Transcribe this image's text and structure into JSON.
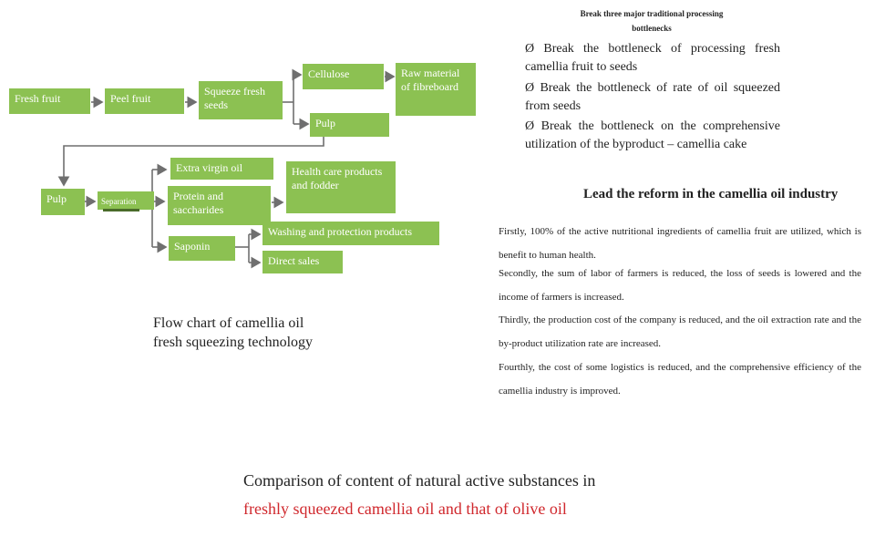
{
  "flowchart": {
    "fresh_fruit": "Fresh fruit",
    "peel_fruit": "Peel fruit",
    "squeeze_fresh_seeds": "Squeeze fresh seeds",
    "cellulose": "Cellulose",
    "raw_material": "Raw material of fibreboard",
    "pulp_top": "Pulp",
    "pulp_left": "Pulp",
    "separation": "Separation",
    "extra_virgin_oil": "Extra virgin oil",
    "protein_saccharides": "Protein and saccharides",
    "health_care": "Health care products and fodder",
    "saponin": "Saponin",
    "washing_protection": "Washing and protection products",
    "direct_sales": "Direct sales",
    "box_color": "#8cc152",
    "caption_line1": "Flow chart of camellia oil",
    "caption_line2": "fresh squeezing technology"
  },
  "bottlenecks": {
    "title_line1": "Break three major traditional processing",
    "title_line2": "bottlenecks",
    "items": [
      "Ø Break the bottleneck of processing fresh camellia fruit to seeds",
      "Ø Break the bottleneck of rate of oil squeezed from seeds",
      "Ø Break the bottleneck on the comprehensive utilization of the byproduct – camellia cake"
    ]
  },
  "reform": {
    "title": "Lead the reform in the camellia oil industry",
    "paragraphs": [
      "Firstly, 100% of the active nutritional ingredients of camellia fruit are utilized, which is benefit to human health.",
      "Secondly, the sum of labor of farmers is reduced, the loss of seeds is lowered and the income of farmers is increased.",
      "Thirdly, the production cost of the company is reduced, and the oil extraction rate and the by-product utilization rate are increased.",
      "Fourthly, the cost of some logistics is reduced, and the comprehensive efficiency of the camellia industry is improved."
    ]
  },
  "comparison": {
    "line1": "Comparison of content of natural active substances in",
    "line2": "freshly squeezed camellia oil and that of olive oil",
    "line2_color": "#d0282d"
  }
}
